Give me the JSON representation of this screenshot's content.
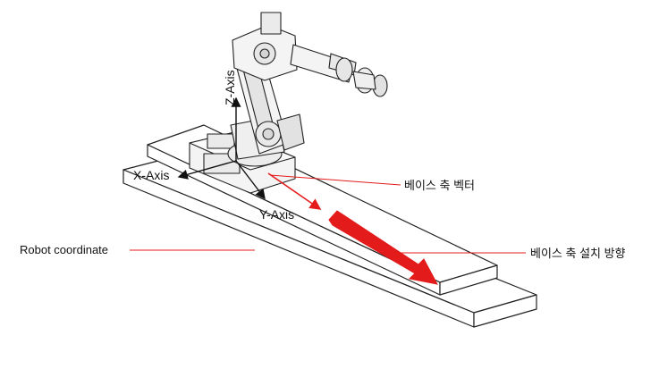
{
  "labels": {
    "x_axis": "X-Axis",
    "y_axis": "Y-Axis",
    "z_axis": "Z-Axis",
    "base_axis_vector": "베이스 축 벡터",
    "base_axis_install_direction": "베이스 축 설치 방향",
    "robot_coordinate": "Robot coordinate"
  },
  "colors": {
    "line": "#222222",
    "accent": "#e31b1b",
    "arm_fill": "#f4f4f4",
    "rail_fill": "#ffffff"
  }
}
